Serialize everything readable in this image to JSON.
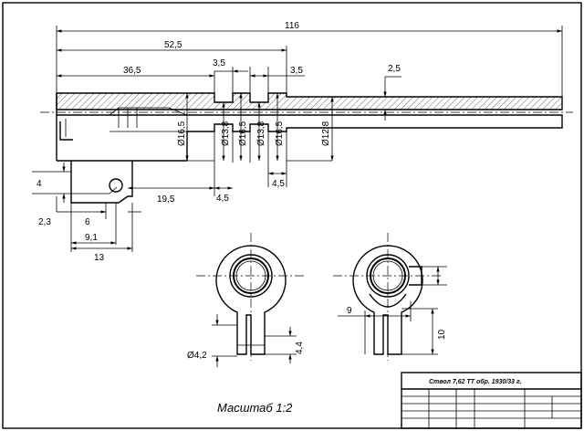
{
  "dimensions": {
    "overall_length": "116",
    "length_52_5": "52,5",
    "length_36_5": "36,5",
    "groove_width_left": "3,5",
    "groove_width_right": "3,5",
    "bore_offset": "2,5",
    "dia_16_5_a": "Ø16,5",
    "dia_13_8_a": "Ø13,8",
    "dia_16_5_b": "Ø16,5",
    "dia_13_8_b": "Ø13,8",
    "dia_16_5_c": "Ø16,5",
    "dia_12_8": "Ø12,8",
    "lug_4": "4",
    "lug_2_3": "2,3",
    "lug_6": "6",
    "lug_9_1": "9,1",
    "lug_13": "13",
    "dist_19_5": "19,5",
    "groove_4_5_a": "4,5",
    "groove_4_5_b": "4,5",
    "hole_4_2": "Ø4,2",
    "slot_4_4": "4,4",
    "slot_9": "9",
    "slot_10": "10"
  },
  "scale_label": "Масштаб 1:2",
  "title_block": {
    "title": "Ствол 7,62 ТТ обр. 1930/33 г."
  }
}
